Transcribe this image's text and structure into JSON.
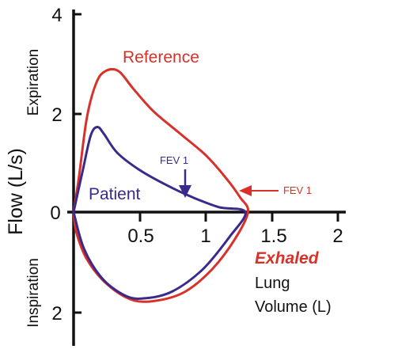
{
  "chart_data": {
    "type": "line",
    "ylabel": "Flow (L/s)",
    "y_upper_label": "Expiration",
    "y_lower_label": "Inspiration",
    "xlabel_lines": [
      "Exhaled",
      "Lung",
      "Volume (L)"
    ],
    "x_ticks": [
      "0.5",
      "1",
      "1.5",
      "2"
    ],
    "y_ticks": [
      "4",
      "2",
      "0",
      "2"
    ],
    "xlim": [
      0,
      2.1
    ],
    "ylim": [
      -2.6,
      4
    ],
    "colors": {
      "Reference": "#d8312a",
      "Patient": "#3a2a8c",
      "axis": "#111111"
    },
    "series": [
      {
        "name": "Reference",
        "expiration": [
          [
            0,
            0
          ],
          [
            0.04,
            0.7
          ],
          [
            0.1,
            1.9
          ],
          [
            0.17,
            2.6
          ],
          [
            0.24,
            2.85
          ],
          [
            0.34,
            2.85
          ],
          [
            0.45,
            2.5
          ],
          [
            0.6,
            2.05
          ],
          [
            0.8,
            1.6
          ],
          [
            1.0,
            1.15
          ],
          [
            1.15,
            0.7
          ],
          [
            1.26,
            0.3
          ],
          [
            1.32,
            0.0
          ]
        ],
        "inspiration": [
          [
            1.32,
            0.0
          ],
          [
            1.22,
            -0.55
          ],
          [
            1.05,
            -1.15
          ],
          [
            0.85,
            -1.6
          ],
          [
            0.65,
            -1.78
          ],
          [
            0.45,
            -1.78
          ],
          [
            0.25,
            -1.45
          ],
          [
            0.1,
            -0.95
          ],
          [
            0.02,
            -0.4
          ],
          [
            0,
            0
          ]
        ]
      },
      {
        "name": "Patient",
        "expiration": [
          [
            0,
            0
          ],
          [
            0.07,
            0.85
          ],
          [
            0.13,
            1.55
          ],
          [
            0.18,
            1.72
          ],
          [
            0.23,
            1.58
          ],
          [
            0.33,
            1.2
          ],
          [
            0.5,
            0.85
          ],
          [
            0.7,
            0.55
          ],
          [
            0.9,
            0.3
          ],
          [
            1.1,
            0.1
          ],
          [
            1.3,
            0.0
          ]
        ],
        "inspiration": [
          [
            1.3,
            0.0
          ],
          [
            1.18,
            -0.5
          ],
          [
            0.98,
            -1.15
          ],
          [
            0.75,
            -1.6
          ],
          [
            0.55,
            -1.74
          ],
          [
            0.4,
            -1.7
          ],
          [
            0.22,
            -1.35
          ],
          [
            0.08,
            -0.75
          ],
          [
            0,
            0
          ]
        ]
      }
    ],
    "annotations": [
      {
        "text": "FEV 1",
        "series": "Patient",
        "x": 0.85,
        "y": 0.3
      },
      {
        "text": "FEV 1",
        "series": "Reference",
        "x": 1.25,
        "y": 0.3
      }
    ]
  }
}
